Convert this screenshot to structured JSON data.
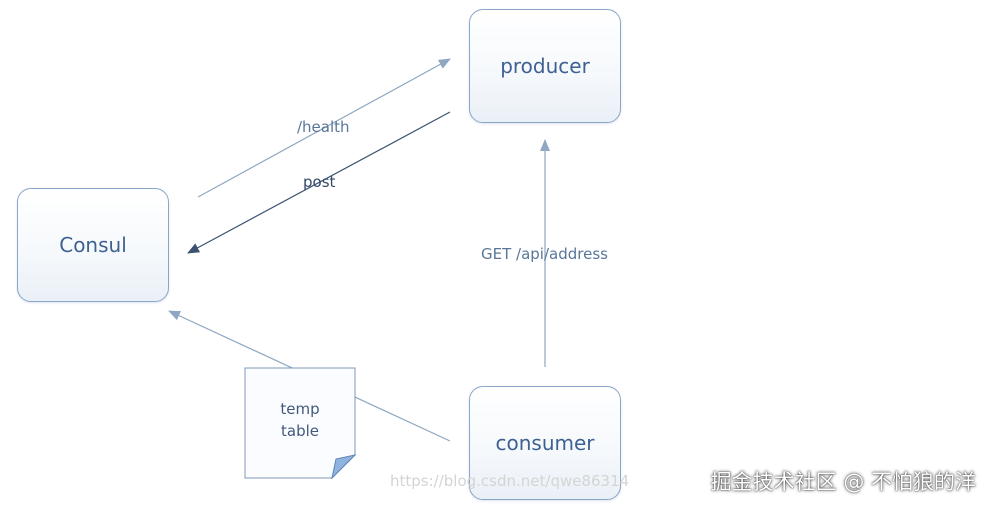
{
  "nodes": {
    "producer": {
      "label": "producer"
    },
    "consul": {
      "label": "Consul"
    },
    "consumer": {
      "label": "consumer"
    }
  },
  "edges": {
    "health": {
      "label": "/health"
    },
    "post": {
      "label": "post"
    },
    "get_address": {
      "label": "GET /api/address"
    }
  },
  "note": {
    "lines": [
      "temp",
      "table"
    ]
  },
  "watermark": "https://blog.csdn.net/qwe86314",
  "brand": "掘金技术社区 @ 不怕狼的洋",
  "colors": {
    "node_border": "#8aa6c8",
    "node_text": "#3e6191",
    "arrow_light": "#8fa7c2",
    "arrow_dark": "#3c5270"
  }
}
